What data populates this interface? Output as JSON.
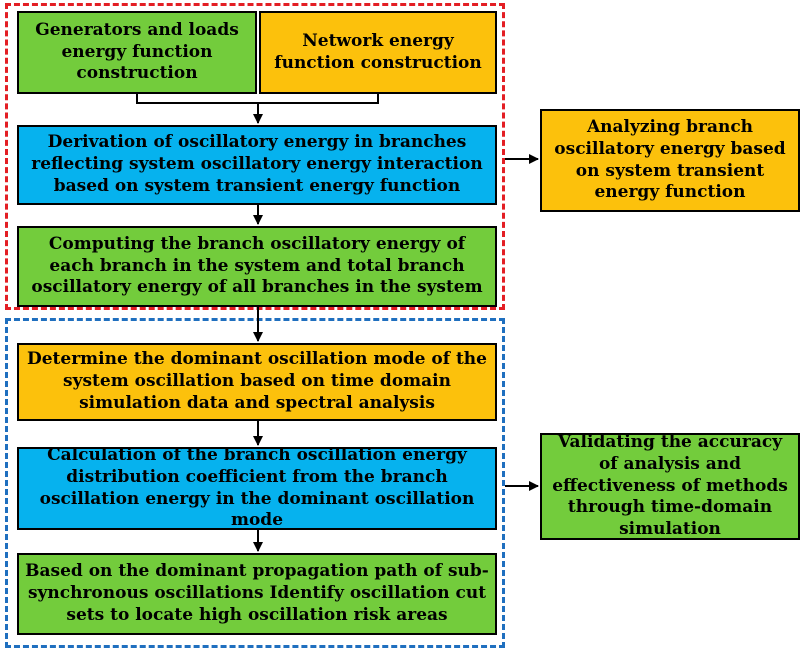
{
  "boxes": {
    "gen_loads": "Generators and loads energy function construction",
    "network": "Network energy function construction",
    "derivation": "Derivation of oscillatory energy in branches reflecting system oscillatory energy interaction based on system transient energy function",
    "computing": "Computing the branch oscillatory energy of each branch in the system and total branch oscillatory energy of all branches in the system",
    "analyzing": "Analyzing branch oscillatory energy based on system transient energy function",
    "determine": "Determine the dominant oscillation mode of the system oscillation based on time domain simulation data and spectral analysis",
    "calculation": "Calculation of the branch oscillation energy distribution coefficient from the branch oscillation energy in the dominant oscillation mode",
    "based_on": "Based on the dominant propagation path of sub-synchronous oscillations Identify oscillation cut sets to locate high oscillation risk areas",
    "validating": "Validating the accuracy of analysis and effectiveness of methods through time-domain simulation"
  },
  "colors": {
    "green": "#73cc3c",
    "orange": "#fcc10c",
    "blue": "#06b2ee",
    "red_dash": "#e31e24",
    "blue_dash": "#1f6fbf"
  }
}
